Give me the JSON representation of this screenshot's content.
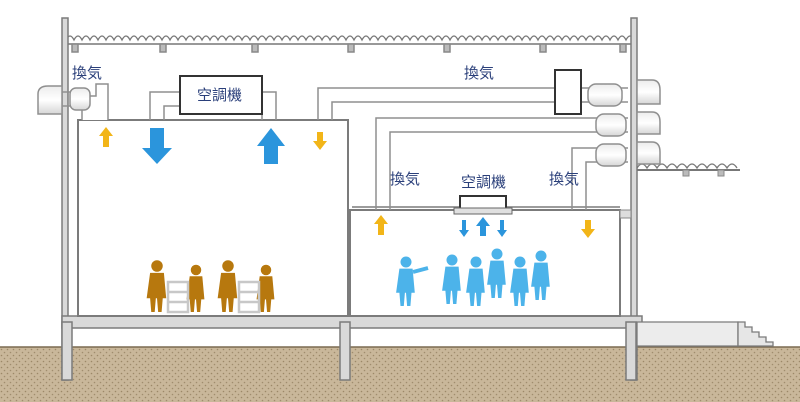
{
  "labels": {
    "ventilation_left": "換気",
    "ventilation_right_top": "換気",
    "ventilation_mid_left": "換気",
    "ventilation_mid_right": "換気",
    "aircon_top": "空調機",
    "aircon_mid": "空調機"
  },
  "colors": {
    "supply_air": "#2b95dc",
    "exhaust_air": "#f2b518",
    "worker_left_room": "#b7780e",
    "worker_right_room": "#4cb3ea",
    "structure": "#7b7b7b",
    "duct": "#a9a9a9"
  }
}
